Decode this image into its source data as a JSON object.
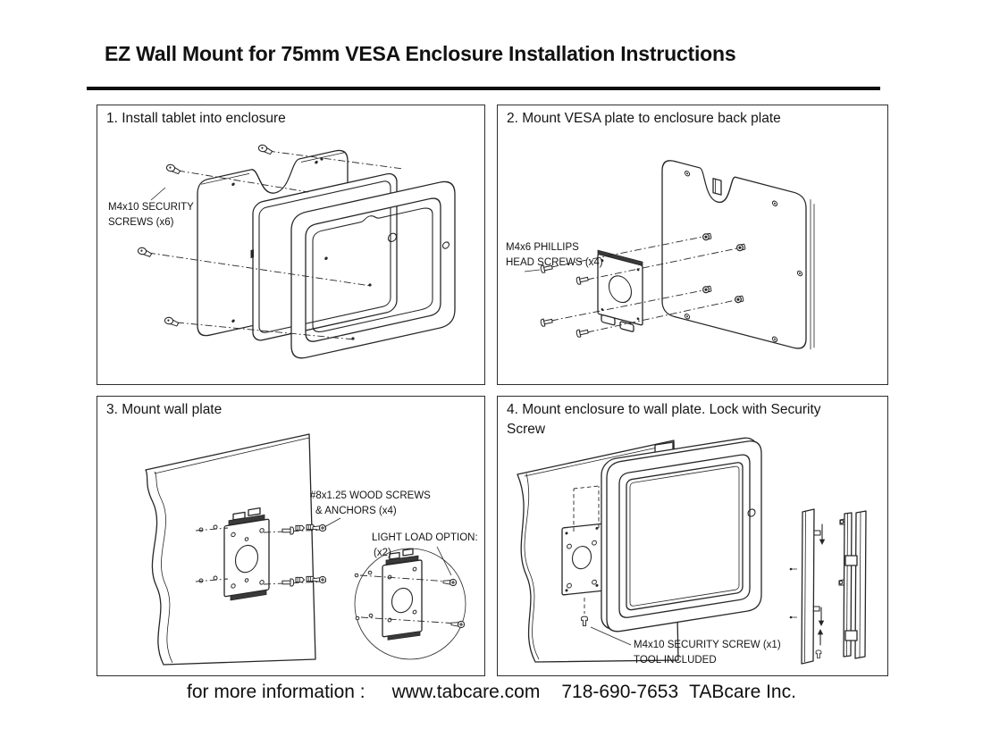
{
  "colors": {
    "ink": "#1a1a1a",
    "background": "#ffffff"
  },
  "header": {
    "title": "EZ Wall Mount for 75mm VESA Enclosure Installation Instructions"
  },
  "steps": [
    {
      "heading": "1. Install tablet into enclosure",
      "label_lines": [
        "M4x10 SECURITY",
        "SCREWS (x6)"
      ]
    },
    {
      "heading": "2. Mount VESA plate to enclosure back plate",
      "label_lines": [
        "M4x6 PHILLIPS",
        "HEAD SCREWS (x4)"
      ]
    },
    {
      "heading": "3. Mount wall plate",
      "label_lines": [
        "#8x1.25 WOOD SCREWS",
        "& ANCHORS (x4)"
      ],
      "option_lines": [
        "LIGHT LOAD OPTION:",
        "(x2)"
      ]
    },
    {
      "heading": "4. Mount enclosure to wall plate. Lock with Security Screw",
      "label_lines": [
        "M4x10 SECURITY SCREW (x1)",
        "TOOL INCLUDED"
      ]
    }
  ],
  "footer": {
    "prefix": "for more information :",
    "website": "www.tabcare.com",
    "phone": "718-690-7653",
    "company": "TABcare Inc."
  }
}
